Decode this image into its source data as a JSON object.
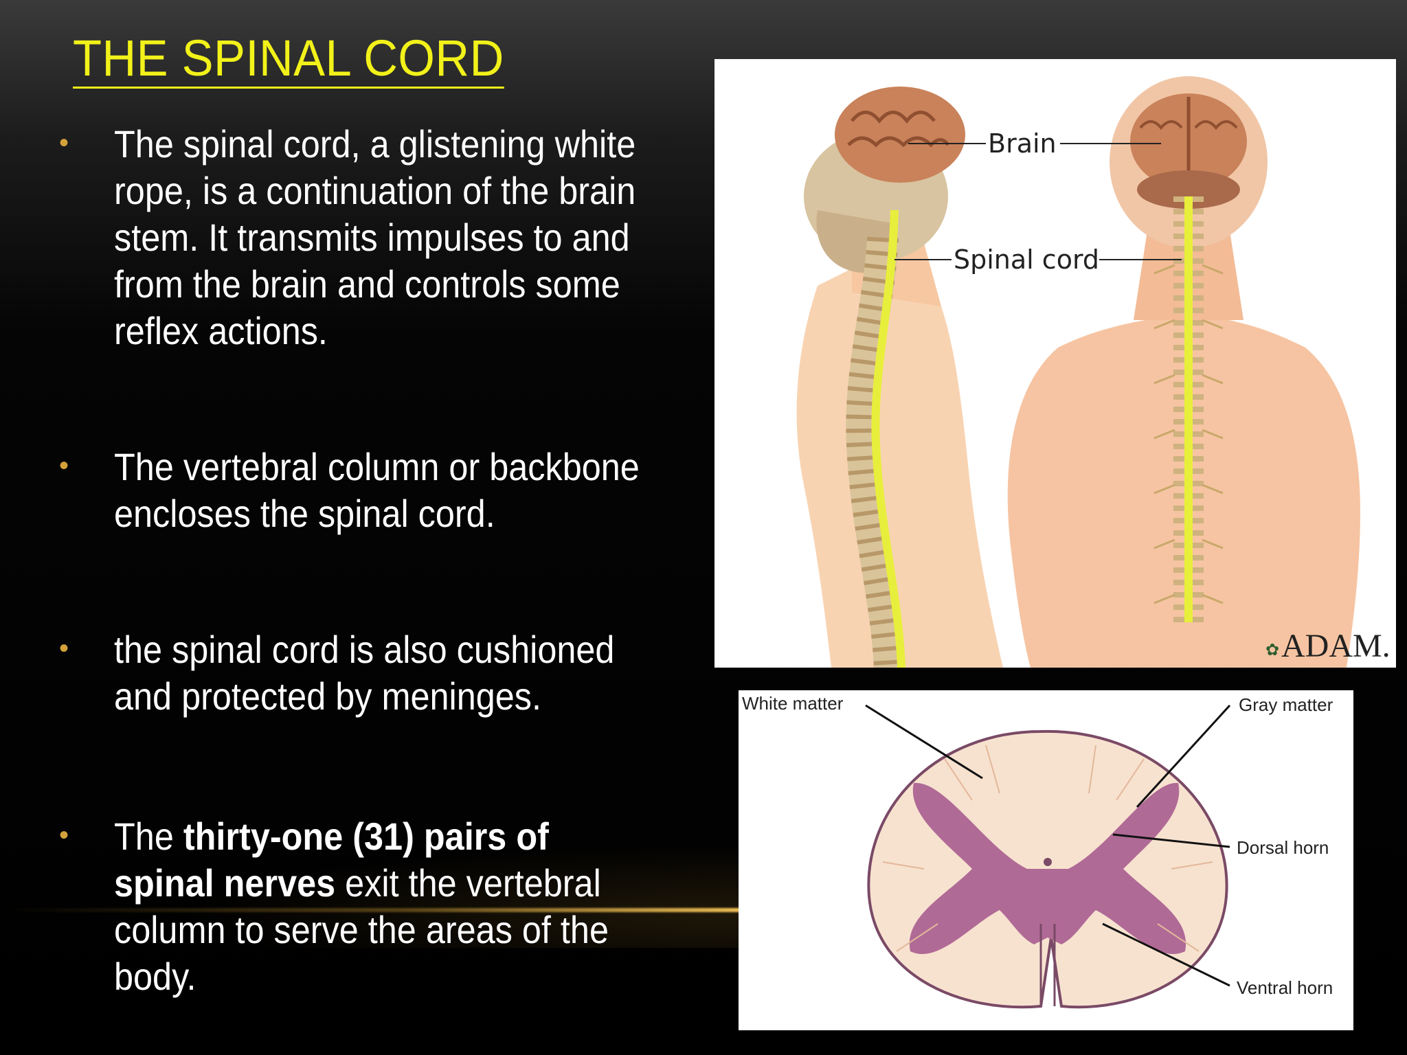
{
  "title": "THE SPINAL CORD",
  "bullets": [
    {
      "text": "The spinal cord, a glistening white rope, is a continuation of the brain stem. It transmits impulses to and from the brain and controls some reflex actions."
    },
    {
      "text": "The vertebral column or backbone encloses the spinal cord."
    },
    {
      "text": "the spinal cord is also cushioned and protected by meninges."
    },
    {
      "pre": "The ",
      "bold": "thirty-one (31) pairs of spinal nerves",
      "post": " exit the vertebral column to serve the areas of the body."
    }
  ],
  "figure1": {
    "label_brain": "Brain",
    "label_spinal_cord": "Spinal cord",
    "credit": "ADAM."
  },
  "figure2": {
    "label_white_matter": "White matter",
    "label_gray_matter": "Gray matter",
    "label_dorsal_horn": "Dorsal horn",
    "label_ventral_horn": "Ventral horn"
  },
  "colors": {
    "title": "#f2f21a",
    "bullet_marker": "#d4a23a",
    "skin": "#f6c7a1",
    "gray_matter": "#b06a96",
    "spinal_cord": "#e8ee3c",
    "brain": "#c9825a"
  }
}
